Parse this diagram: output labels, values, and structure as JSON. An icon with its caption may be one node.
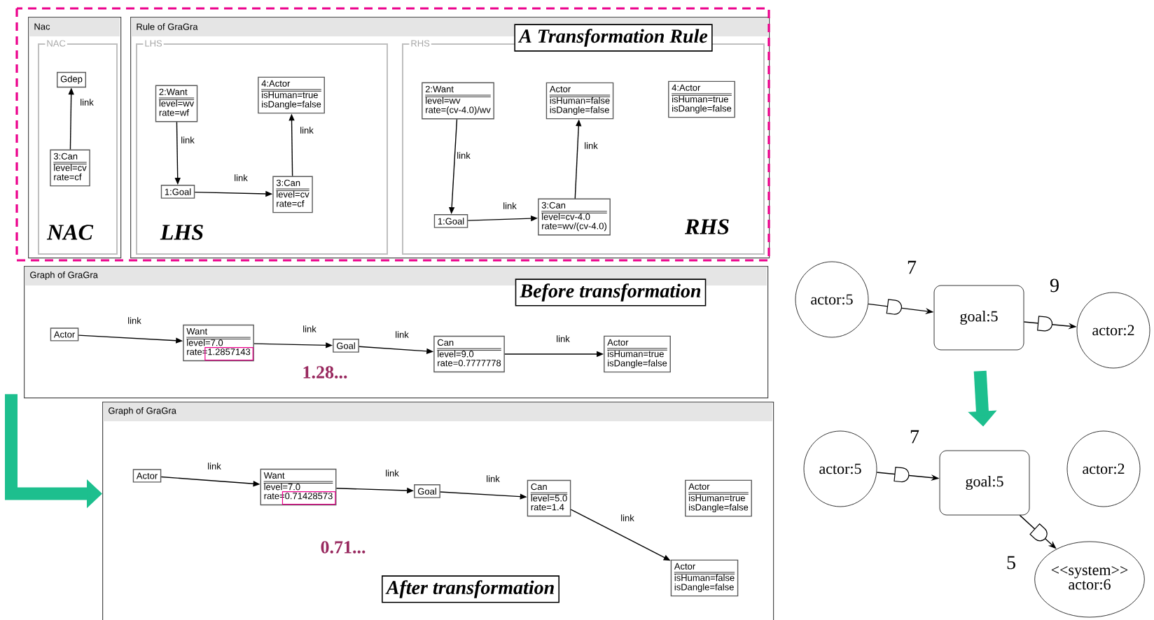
{
  "diagram": {
    "nodes": [
      {
        "text": [
          "Nac"
        ]
      },
      {
        "text": [
          "NAC",
          "NAC"
        ],
        "in": 0
      },
      {
        "text": [
          "Gdep"
        ],
        "in": 1
      },
      {
        "text": [
          "3:Can",
          "level=cv",
          "rate=cf"
        ],
        "in": 1
      },
      {
        "text": [
          "Rule of GraGra"
        ]
      },
      {
        "text": [
          "LHS",
          "LHS"
        ],
        "in": 4
      },
      {
        "text": [
          "2:Want",
          "level=wv",
          "rate=wf"
        ],
        "in": 5
      },
      {
        "text": [
          "4:Actor",
          "isHuman=true",
          "isDangle=false"
        ],
        "in": 5
      },
      {
        "text": [
          "1:Goal"
        ],
        "in": 5
      },
      {
        "text": [
          "3:Can",
          "level=cv",
          "rate=cf"
        ],
        "in": 5
      },
      {
        "text": [
          "RHS",
          "RHS"
        ],
        "in": 4
      },
      {
        "text": [
          "2:Want",
          "level=wv",
          "rate=(cv-4.0)/wv"
        ],
        "in": 10
      },
      {
        "text": [
          "Actor",
          "isHuman=false",
          "isDangle=false"
        ],
        "in": 10
      },
      {
        "text": [
          "4:Actor",
          "isHuman=true",
          "isDangle=false"
        ],
        "in": 10
      },
      {
        "text": [
          "1:Goal"
        ],
        "in": 10
      },
      {
        "text": [
          "3:Can",
          "level=cv-4.0",
          "rate=wv/(cv-4.0)"
        ],
        "in": 10
      },
      {
        "text": [
          "A Transformation Rule"
        ],
        "in": 4
      },
      {
        "text": [
          "Graph of GraGra"
        ]
      },
      {
        "text": [
          "Before transformation"
        ],
        "in": 17
      },
      {
        "text": [
          "Actor"
        ],
        "in": 17
      },
      {
        "text": [
          "Want",
          "level=7.0",
          "rate=1.2857143"
        ],
        "in": 17
      },
      {
        "text": [
          "Goal"
        ],
        "in": 17
      },
      {
        "text": [
          "Can",
          "level=9.0",
          "rate=0.7777778"
        ],
        "in": 17
      },
      {
        "text": [
          "Actor",
          "isHuman=true",
          "isDangle=false"
        ],
        "in": 17
      },
      {
        "text": [
          "Graph of GraGra"
        ]
      },
      {
        "text": [
          "Actor"
        ],
        "in": 24
      },
      {
        "text": [
          "Want",
          "level=7.0",
          "rate=0.71428573"
        ],
        "in": 24
      },
      {
        "text": [
          "Goal"
        ],
        "in": 24
      },
      {
        "text": [
          "Can",
          "level=5.0",
          "rate=1.4"
        ],
        "in": 24
      },
      {
        "text": [
          "Actor",
          "isHuman=true",
          "isDangle=false"
        ],
        "in": 24
      },
      {
        "text": [
          "Actor",
          "isHuman=false",
          "isDangle=false"
        ],
        "in": 24
      },
      {
        "text": [
          "After transformation"
        ],
        "in": 24
      },
      {
        "text": [
          "actor:5"
        ]
      },
      {
        "text": [
          "goal:5"
        ]
      },
      {
        "text": [
          "actor:2"
        ]
      },
      {
        "text": [
          "actor:5"
        ]
      },
      {
        "text": [
          "goal:5"
        ]
      },
      {
        "text": [
          "actor:2"
        ]
      },
      {
        "text": [
          "<<system>>",
          "actor:6"
        ]
      }
    ],
    "edges": [
      {
        "from": 3,
        "to": 2,
        "arrow": "to",
        "label": "link"
      },
      {
        "from": 6,
        "to": 8,
        "arrow": "to",
        "label": "link"
      },
      {
        "from": 8,
        "to": 9,
        "arrow": "to",
        "label": "link"
      },
      {
        "from": 9,
        "to": 7,
        "arrow": "to",
        "label": "link"
      },
      {
        "from": 11,
        "to": 14,
        "arrow": "to",
        "label": "link"
      },
      {
        "from": 14,
        "to": 15,
        "arrow": "to",
        "label": "link"
      },
      {
        "from": 15,
        "to": 12,
        "arrow": "to",
        "label": "link"
      },
      {
        "from": 19,
        "to": 20,
        "arrow": "to",
        "label": "link"
      },
      {
        "from": 20,
        "to": 21,
        "arrow": "to",
        "label": "link"
      },
      {
        "from": 21,
        "to": 22,
        "arrow": "to",
        "label": "link"
      },
      {
        "from": 22,
        "to": 23,
        "arrow": "to",
        "label": "link"
      },
      {
        "from": 25,
        "to": 26,
        "arrow": "to",
        "label": "link"
      },
      {
        "from": 26,
        "to": 27,
        "arrow": "to",
        "label": "link"
      },
      {
        "from": 27,
        "to": 28,
        "arrow": "to",
        "label": "link"
      },
      {
        "from": 28,
        "to": 30,
        "arrow": "to",
        "label": "link"
      },
      {
        "from": 17,
        "to": 24,
        "arrow": "to",
        "style": "thick",
        "color": "#1dbf8e"
      },
      {
        "from": 32,
        "to": 33,
        "arrow": "to",
        "label": "7"
      },
      {
        "from": 33,
        "to": 34,
        "arrow": "to",
        "label": "9"
      },
      {
        "from": 33,
        "to": 36,
        "arrow": "to",
        "style": "thick",
        "color": "#1dbf8e"
      },
      {
        "from": 35,
        "to": 36,
        "arrow": "to",
        "label": "7"
      },
      {
        "from": 36,
        "to": 38,
        "arrow": "to",
        "label": "5"
      }
    ],
    "labels": [
      "1.28...",
      "0.71..."
    ]
  }
}
